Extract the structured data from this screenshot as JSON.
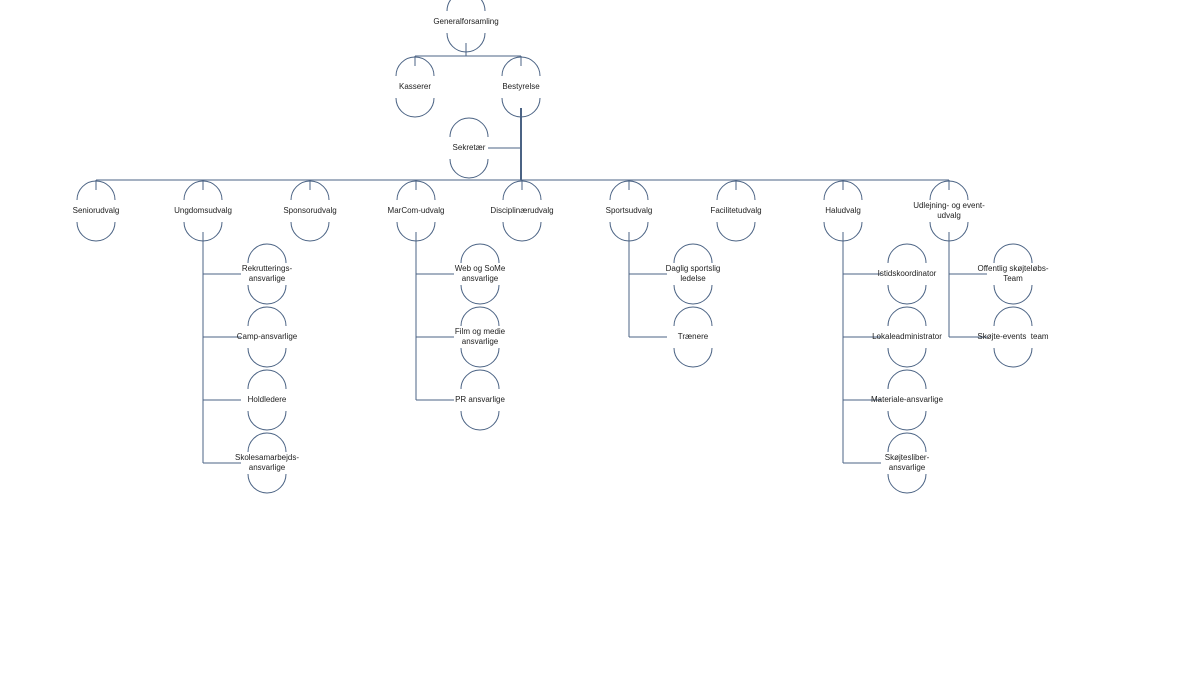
{
  "colors": {
    "connector": "#4b6384",
    "arc": "#4b6384",
    "text": "#222222"
  },
  "org_chart": {
    "general_assembly": "Generalforsamling",
    "treasurer": "Kasserer",
    "board": "Bestyrelse",
    "secretary": "Sekretær",
    "committees": [
      {
        "name": "Seniorudvalg",
        "children": []
      },
      {
        "name": "Ungdomsudvalg",
        "children": [
          {
            "name": "Rekrutterings-\nansvarlige"
          },
          {
            "name": "Camp-ansvarlige"
          },
          {
            "name": "Holdledere"
          },
          {
            "name": "Skolesamarbejds-\nansvarlige"
          }
        ]
      },
      {
        "name": "Sponsorudvalg",
        "children": []
      },
      {
        "name": "MarCom-udvalg",
        "children": [
          {
            "name": "Web og SoMe\nansvarlige"
          },
          {
            "name": "Film og medie\nansvarlige"
          },
          {
            "name": "PR ansvarlige"
          }
        ]
      },
      {
        "name": "Disciplinærudvalg",
        "children": []
      },
      {
        "name": "Sportsudvalg",
        "children": [
          {
            "name": "Daglig sportslig\nledelse"
          },
          {
            "name": "Trænere"
          }
        ]
      },
      {
        "name": "Facilitetudvalg",
        "children": []
      },
      {
        "name": "Haludvalg",
        "children": [
          {
            "name": "Istidskoordinator"
          },
          {
            "name": "Lokaleadministrator"
          },
          {
            "name": "Materiale-ansvarlige"
          },
          {
            "name": "Skøjtesliber-\nansvarlige"
          }
        ]
      },
      {
        "name": "Udlejning- og event-\nudvalg",
        "children": [
          {
            "name": "Offentlig skøjteløbs-\nTeam"
          },
          {
            "name": "Skøjte-events  team"
          }
        ]
      }
    ]
  }
}
